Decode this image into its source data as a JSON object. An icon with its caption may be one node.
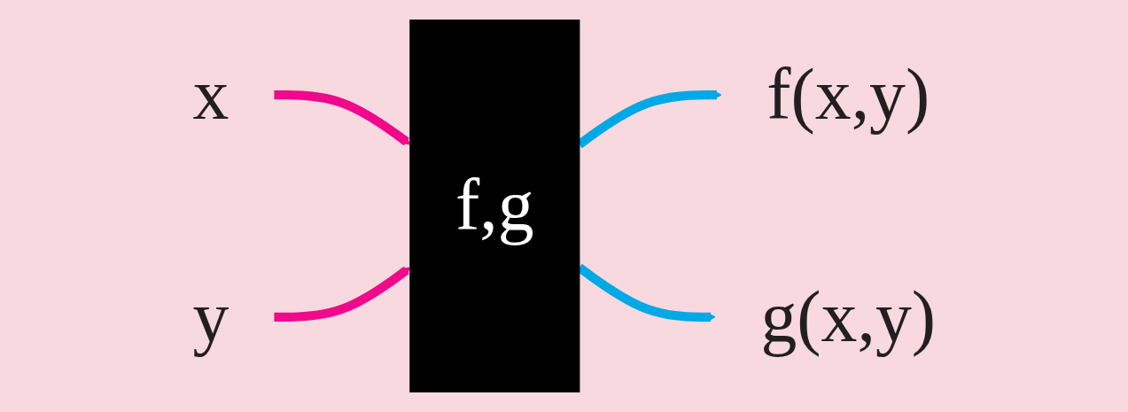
{
  "diagram": {
    "nodes": [
      {
        "text": [
          "x"
        ]
      },
      {
        "text": [
          "y"
        ]
      },
      {
        "text": [
          "f,g"
        ]
      },
      {
        "text": [
          "f(x,y)"
        ]
      },
      {
        "text": [
          "g(x,y)"
        ]
      }
    ],
    "edges": [
      {
        "from": 0,
        "to": 2,
        "arrow": "to",
        "color": "#f0098a"
      },
      {
        "from": 1,
        "to": 2,
        "arrow": "to",
        "color": "#f0098a"
      },
      {
        "from": 2,
        "to": 3,
        "arrow": "to",
        "color": "#00a8e6"
      },
      {
        "from": 2,
        "to": 4,
        "arrow": "to",
        "color": "#00a8e6"
      }
    ]
  }
}
